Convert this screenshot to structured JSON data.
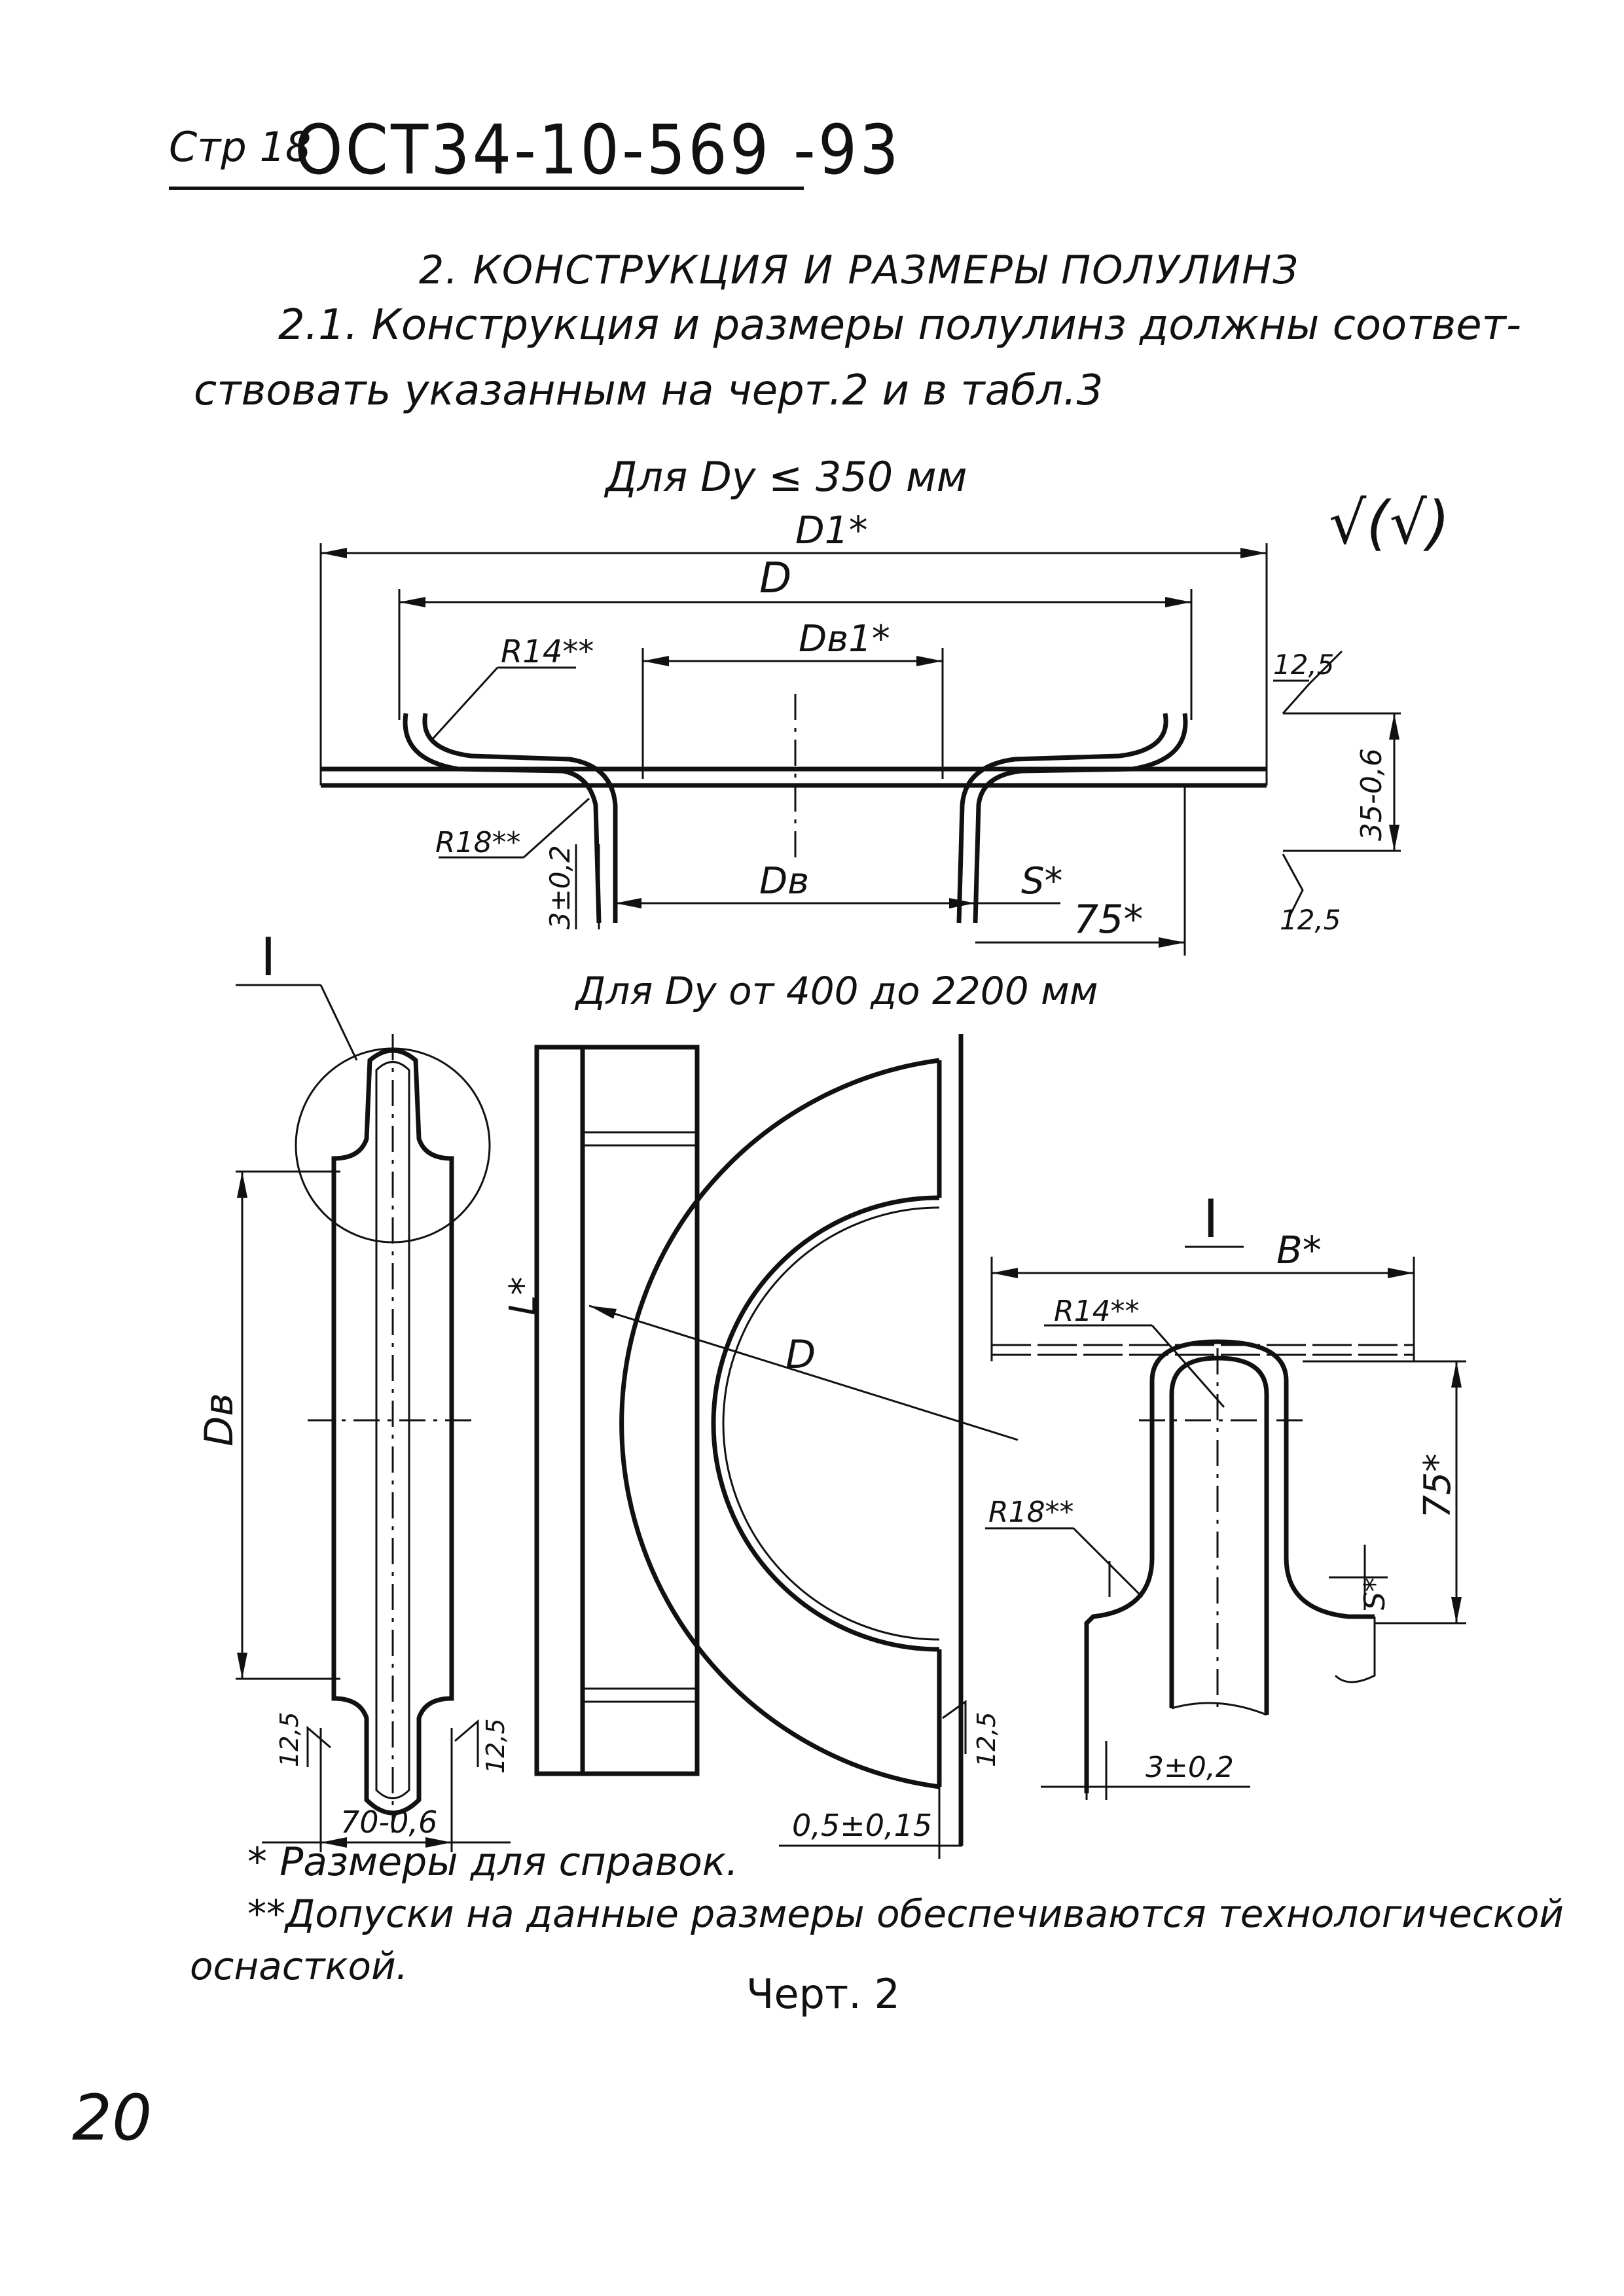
{
  "header": {
    "page_ref": "Стр 18",
    "standard_code": "ОСТ34-10-569 -93"
  },
  "section": {
    "title": "2. КОНСТРУКЦИЯ И РАЗМЕРЫ ПОЛУЛИНЗ",
    "paragraph_line1": "2.1. Конструкция и размеры полулинз должны соответ-",
    "paragraph_line2": "ствовать указанным на черт.2 и в табл.3"
  },
  "drawing_top": {
    "label": "Для Dy ≤ 350 мм",
    "roughness_mark": "√(√)",
    "dims": {
      "D1": "D1*",
      "D": "D",
      "Dv1": "Dв1*",
      "R14": "R14**",
      "R18": "R18**",
      "h": "35-0,6",
      "t": "3±0,2",
      "Dv": "Dв",
      "S": "S*",
      "w75": "75*",
      "r1": "12,5",
      "r2": "12,5"
    }
  },
  "drawing_bottom": {
    "label": "Для Dy от 400 до 2200 мм",
    "view_mark": "I",
    "detail_mark": "I",
    "dims": {
      "Dv": "Dв",
      "L": "L*",
      "D": "D",
      "B": "B*",
      "R14": "R14**",
      "R18": "R18**",
      "h75": "75*",
      "S": "S*",
      "t": "3±0,2",
      "w70": "70-0,6",
      "gap": "0,5±0,15",
      "r_left1": "12,5",
      "r_left2": "12,5",
      "r_mid": "12,5"
    }
  },
  "notes": {
    "note1": "* Размеры для справок.",
    "note2": "**Допуски на данные размеры обеспечиваются технологической",
    "note3": "оснасткой."
  },
  "caption": "Черт. 2",
  "page_number": "20"
}
